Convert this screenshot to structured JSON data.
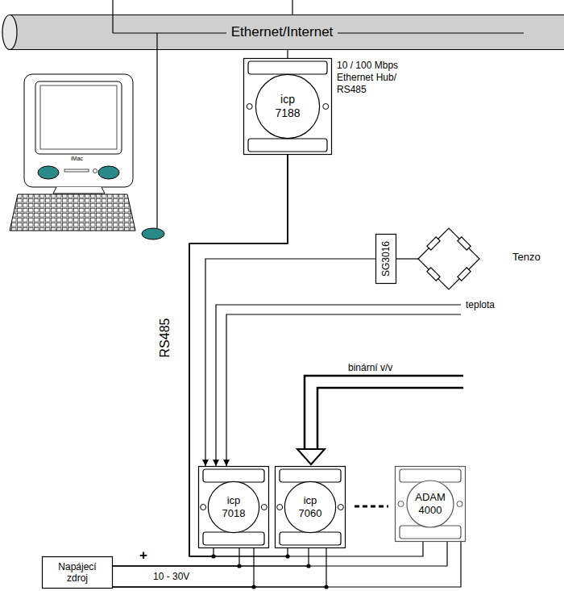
{
  "diagram": {
    "nodes": [
      {
        "text": [
          "Ethernet/Internet"
        ]
      },
      {
        "text": [
          "icp",
          "7188"
        ]
      },
      {
        "text": [
          "SG3016"
        ]
      },
      {
        "text": [
          "icp",
          "7018"
        ]
      },
      {
        "text": [
          "icp",
          "7060"
        ]
      },
      {
        "text": [
          "ADAM",
          "4000"
        ]
      },
      {
        "text": [
          "Napájecí zdroj"
        ]
      }
    ],
    "edges": [
      {
        "from": 0,
        "to": 1,
        "arrow": "none"
      },
      {
        "from": 1,
        "to": 3,
        "arrow": "none"
      },
      {
        "from": 1,
        "to": 4,
        "arrow": "none"
      },
      {
        "from": 1,
        "to": 5,
        "arrow": "none"
      },
      {
        "from": 2,
        "to": 3,
        "arrow": "to"
      },
      {
        "from": 6,
        "to": 3,
        "arrow": "none"
      },
      {
        "from": 6,
        "to": 4,
        "arrow": "none"
      },
      {
        "from": 6,
        "to": 5,
        "arrow": "none"
      }
    ],
    "labels": [
      "10 / 100 Mbps Ethernet Hub/ RS485",
      "Tenzo",
      "teplota",
      "binární v/v",
      "RS485",
      "+",
      "10 - 30V",
      "iMac"
    ]
  }
}
